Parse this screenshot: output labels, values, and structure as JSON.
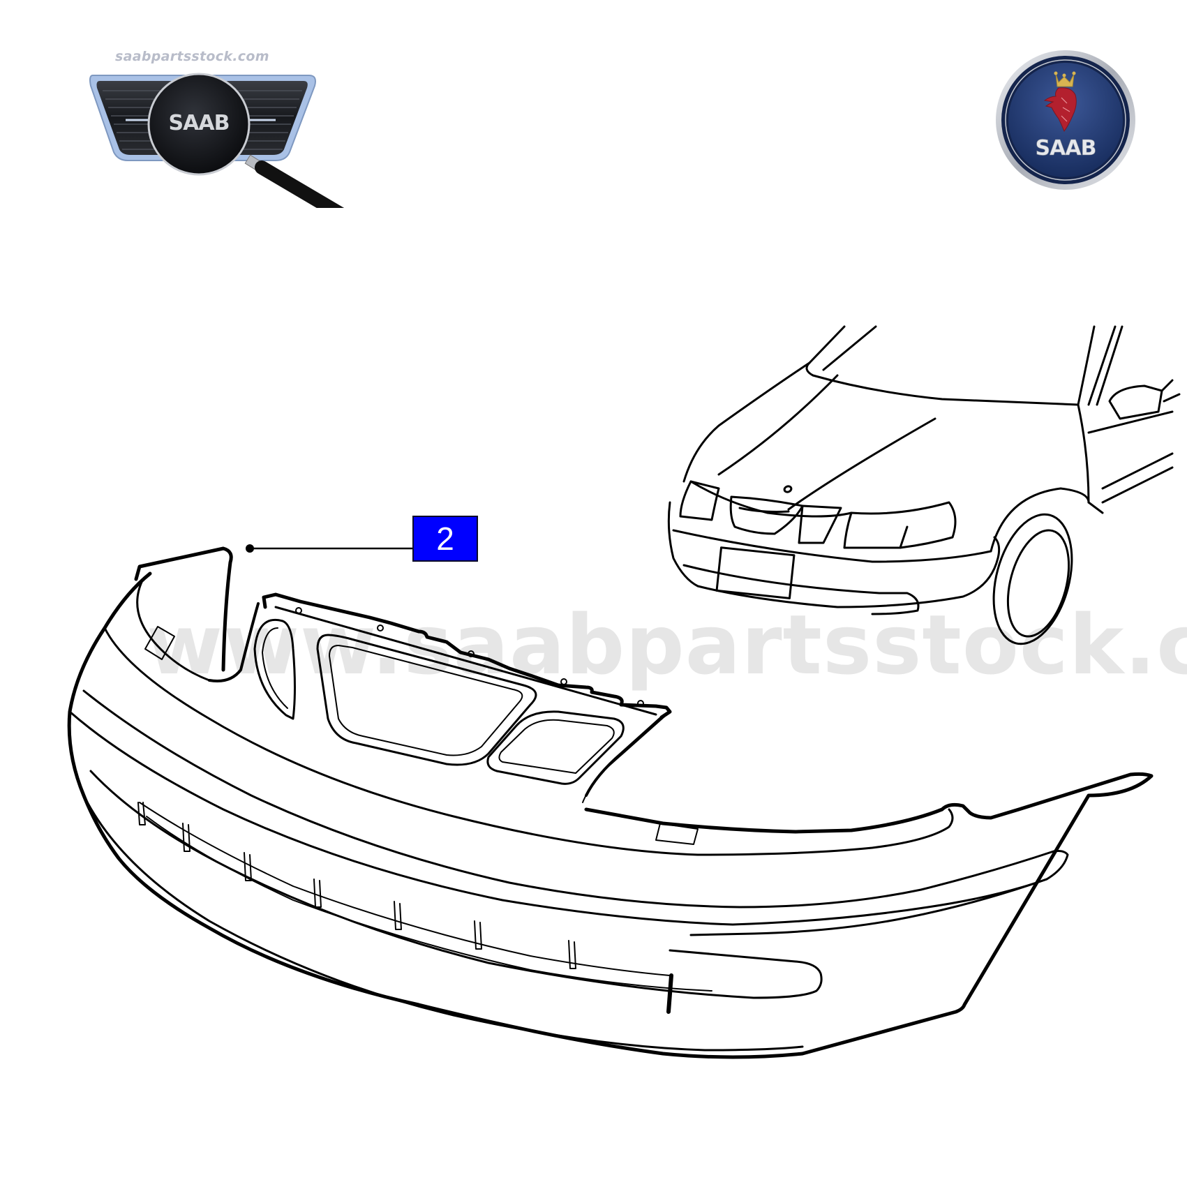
{
  "header": {
    "site_logo": {
      "url_text": "saabparts stock.com",
      "grille_badge_text": "SAAB",
      "icon": "magnifying-glass-icon"
    },
    "brand_badge": {
      "text": "SAAB",
      "icon": "griffin-crown-icon",
      "colors": {
        "ring": "#c9ccd3",
        "field": "#1e3468",
        "griffin": "#b3202e",
        "crown": "#d8b552"
      }
    }
  },
  "diagram": {
    "title": "",
    "main_part": "front-bumper-cover",
    "inset_view": "vehicle-front-three-quarter",
    "callouts": [
      {
        "number": "2",
        "color": "#0000ff",
        "text_color": "#ffffff"
      }
    ],
    "watermark": "www.saabpartsstock.com"
  }
}
